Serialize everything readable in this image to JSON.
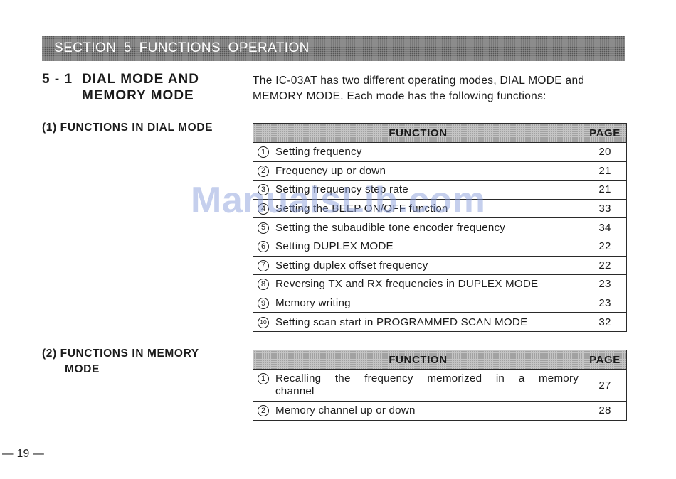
{
  "section_title": "SECTION  5  FUNCTIONS OPERATION",
  "heading": {
    "number": "5 - 1",
    "line1": "DIAL MODE AND",
    "line2": "MEMORY MODE"
  },
  "intro": "The IC-03AT has two different operating modes, DIAL MODE and MEMORY MODE.  Each mode has the following functions:",
  "dial_mode": {
    "label": "(1)  FUNCTIONS  IN  DIAL  MODE",
    "table": {
      "header_function": "FUNCTION",
      "header_page": "PAGE",
      "rows": [
        {
          "num": "1",
          "function": "Setting frequency",
          "page": "20"
        },
        {
          "num": "2",
          "function": "Frequency up or down",
          "page": "21"
        },
        {
          "num": "3",
          "function": "Setting frequency step rate",
          "page": "21"
        },
        {
          "num": "4",
          "function": "Setting the BEEP ON/OFF function",
          "page": "33"
        },
        {
          "num": "5",
          "function": "Setting the subaudible tone encoder frequency",
          "page": "34"
        },
        {
          "num": "6",
          "function": "Setting DUPLEX MODE",
          "page": "22"
        },
        {
          "num": "7",
          "function": "Setting duplex offset frequency",
          "page": "22"
        },
        {
          "num": "8",
          "function": "Reversing TX and RX frequencies in DUPLEX MODE",
          "page": "23"
        },
        {
          "num": "9",
          "function": "Memory writing",
          "page": "23"
        },
        {
          "num": "10",
          "function": "Setting scan start in PROGRAMMED SCAN MODE",
          "page": "32"
        }
      ]
    }
  },
  "memory_mode": {
    "label_line1": "(2)  FUNCTIONS  IN  MEMORY",
    "label_line2": "MODE",
    "table": {
      "header_function": "FUNCTION",
      "header_page": "PAGE",
      "rows": [
        {
          "num": "1",
          "function": "Recalling the frequency memorized in a memory channel",
          "page": "27"
        },
        {
          "num": "2",
          "function": "Memory channel up or down",
          "page": "28"
        }
      ]
    }
  },
  "watermark": "ManualsLib.com",
  "page_number": "— 19 —"
}
